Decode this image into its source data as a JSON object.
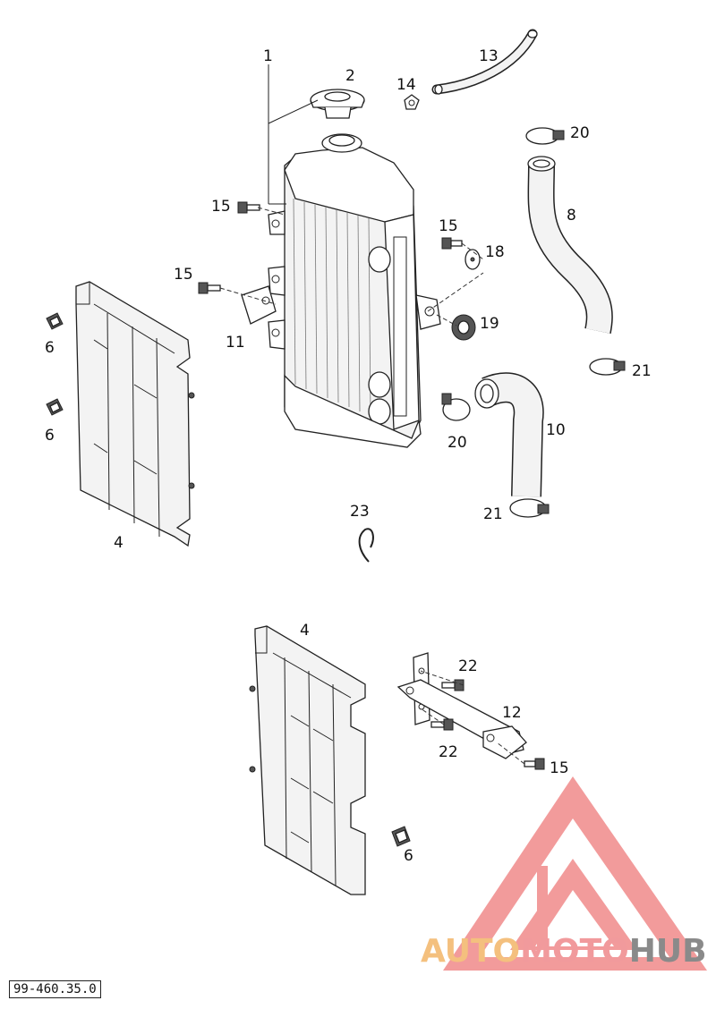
{
  "diagram": {
    "reference_code": "99-460.35.0",
    "parts": [
      {
        "key": "p1",
        "label": "1",
        "name": "radiator"
      },
      {
        "key": "p2",
        "label": "2",
        "name": "radiator cap"
      },
      {
        "key": "p4a",
        "label": "4",
        "name": "radiator guard"
      },
      {
        "key": "p4b",
        "label": "4",
        "name": "radiator guard"
      },
      {
        "key": "p6a",
        "label": "6",
        "name": "clip nut"
      },
      {
        "key": "p6b",
        "label": "6",
        "name": "clip nut"
      },
      {
        "key": "p6c",
        "label": "6",
        "name": "clip nut"
      },
      {
        "key": "p8",
        "label": "8",
        "name": "radiator hose"
      },
      {
        "key": "p10",
        "label": "10",
        "name": "radiator hose"
      },
      {
        "key": "p11",
        "label": "11",
        "name": "bracket"
      },
      {
        "key": "p12",
        "label": "12",
        "name": "bracket"
      },
      {
        "key": "p13",
        "label": "13",
        "name": "overflow hose"
      },
      {
        "key": "p14",
        "label": "14",
        "name": "cable tie"
      },
      {
        "key": "p15a",
        "label": "15",
        "name": "screw"
      },
      {
        "key": "p15b",
        "label": "15",
        "name": "screw"
      },
      {
        "key": "p15c",
        "label": "15",
        "name": "screw"
      },
      {
        "key": "p15d",
        "label": "15",
        "name": "screw"
      },
      {
        "key": "p18",
        "label": "18",
        "name": "washer"
      },
      {
        "key": "p19",
        "label": "19",
        "name": "rubber grommet"
      },
      {
        "key": "p20a",
        "label": "20",
        "name": "hose clamp"
      },
      {
        "key": "p20b",
        "label": "20",
        "name": "hose clamp"
      },
      {
        "key": "p21a",
        "label": "21",
        "name": "hose clamp"
      },
      {
        "key": "p21b",
        "label": "21",
        "name": "hose clamp"
      },
      {
        "key": "p22a",
        "label": "22",
        "name": "screw"
      },
      {
        "key": "p22b",
        "label": "22",
        "name": "screw"
      },
      {
        "key": "p23",
        "label": "23",
        "name": "clip"
      }
    ],
    "labels": {
      "p1": "1",
      "p2": "2",
      "p4a": "4",
      "p4b": "4",
      "p6a": "6",
      "p6b": "6",
      "p6c": "6",
      "p8": "8",
      "p10": "10",
      "p11": "11",
      "p12": "12",
      "p13": "13",
      "p14": "14",
      "p15a": "15",
      "p15b": "15",
      "p15c": "15",
      "p15d": "15",
      "p18": "18",
      "p19": "19",
      "p20a": "20",
      "p20b": "20",
      "p21a": "21",
      "p21b": "21",
      "p22a": "22",
      "p22b": "22",
      "p23": "23"
    }
  },
  "watermark": {
    "brand_part1": "AUTO",
    "brand_part2": "MOTO",
    "brand_part3": "HUB",
    "colors": {
      "auto": "#f4c07e",
      "moto": "#f19a9c",
      "hub": "#8a8a8a",
      "logo": "#f08080"
    }
  },
  "colors": {
    "line": "#222222",
    "part_fill": "#f3f3f3",
    "background": "#ffffff"
  }
}
